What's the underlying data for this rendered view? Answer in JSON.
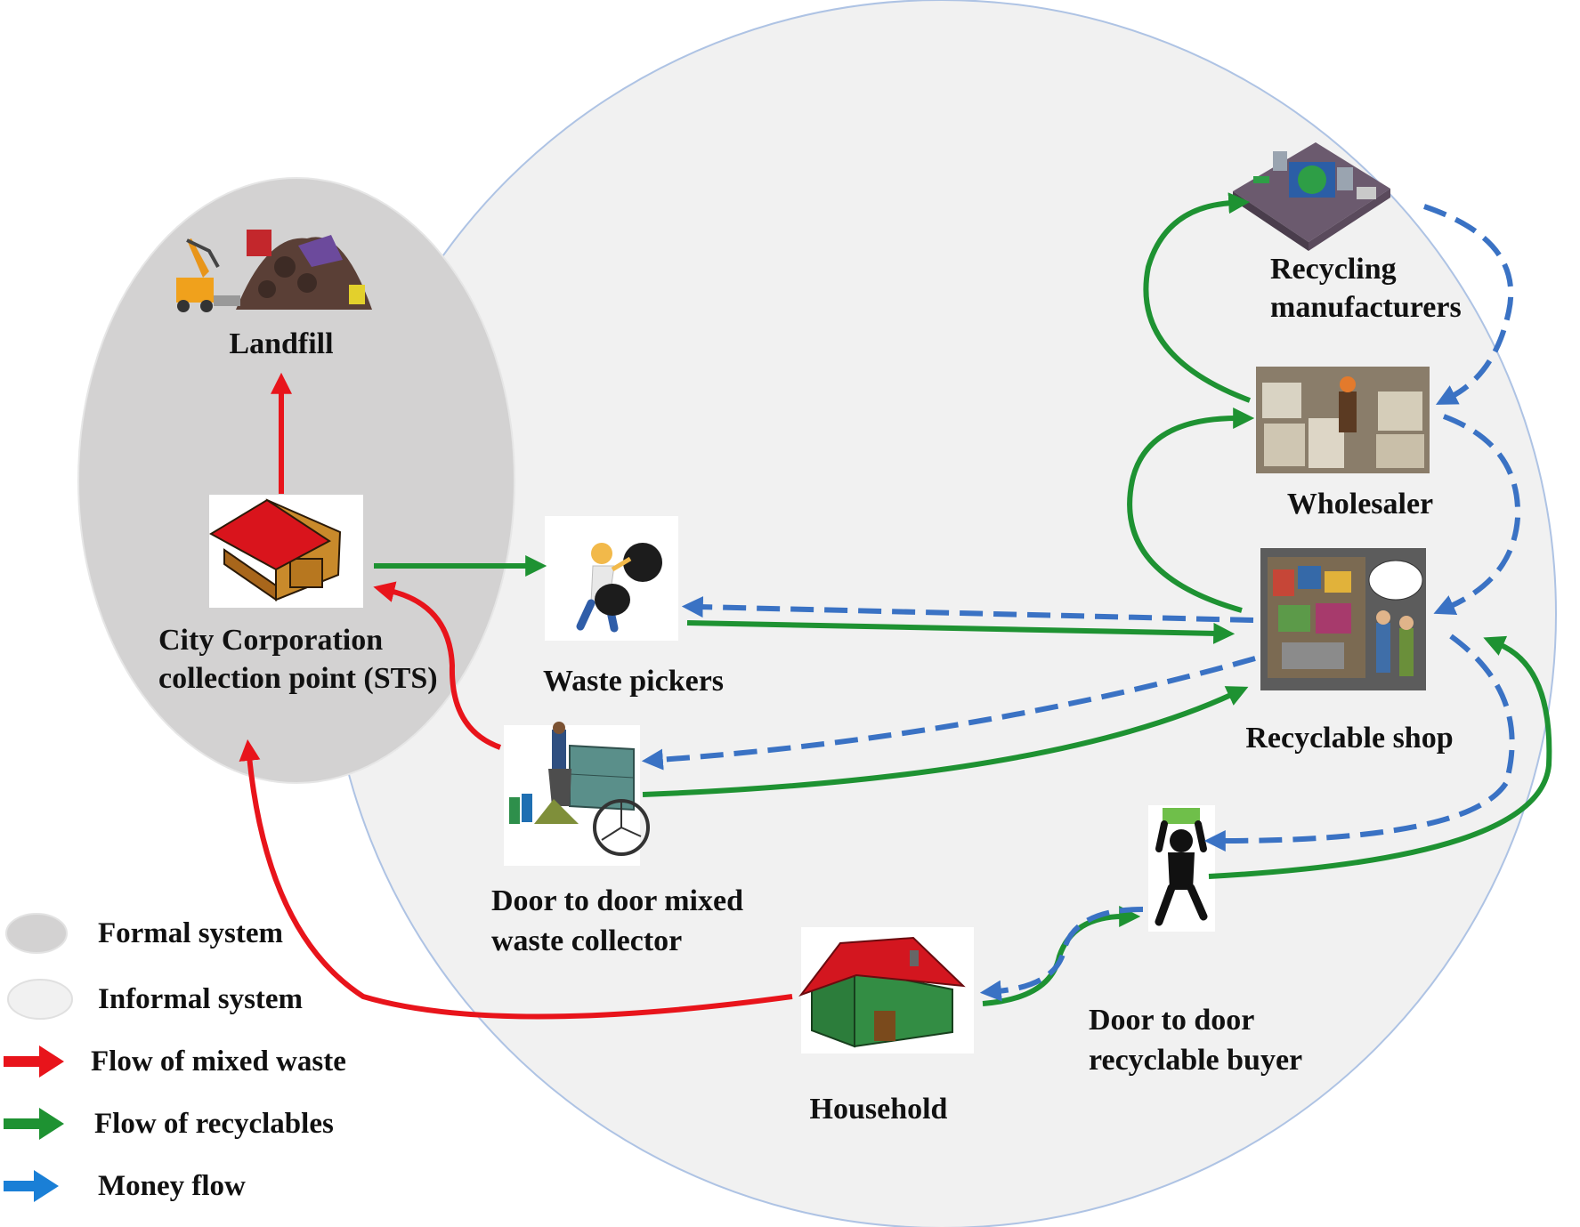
{
  "colors": {
    "mixed_waste": "#e8141b",
    "recyclables": "#1e9232",
    "money": "#3a72c4",
    "formal_fill": "#d3d2d2",
    "informal_fill": "#f1f1f1",
    "informal_outline": "#aec3e4"
  },
  "nodes": {
    "landfill": {
      "label": "Landfill",
      "icon": "landfill-icon"
    },
    "sts": {
      "label_line1": "City Corporation",
      "label_line2": "collection point (STS)",
      "icon": "collection-shed-icon"
    },
    "waste_pickers": {
      "label": "Waste pickers",
      "icon": "waste-picker-icon"
    },
    "mixed_collector": {
      "label_line1": "Door to door mixed",
      "label_line2": "waste collector",
      "icon": "rickshaw-van-icon"
    },
    "household": {
      "label": "Household",
      "icon": "house-icon"
    },
    "recyclable_buyer": {
      "label_line1": "Door to door",
      "label_line2": "recyclable buyer",
      "icon": "buyer-silhouette-icon"
    },
    "recyclable_shop": {
      "label": "Recyclable shop",
      "icon": "shop-icon"
    },
    "wholesaler": {
      "label": "Wholesaler",
      "icon": "bales-icon"
    },
    "recycling_manufacturers": {
      "label_line1": "Recycling",
      "label_line2": "manufacturers",
      "icon": "factory-icon"
    }
  },
  "legend": [
    {
      "label": "Formal system",
      "symbol": "ellipse",
      "color": "#d3d2d2"
    },
    {
      "label": "Informal system",
      "symbol": "ellipse",
      "color": "#f1f1f1"
    },
    {
      "label": "Flow of mixed waste",
      "symbol": "arrow",
      "color": "#e8141b"
    },
    {
      "label": "Flow of recyclables",
      "symbol": "arrow",
      "color": "#1e9232"
    },
    {
      "label": "Money flow",
      "symbol": "arrow",
      "color": "#1a7fd6"
    }
  ]
}
